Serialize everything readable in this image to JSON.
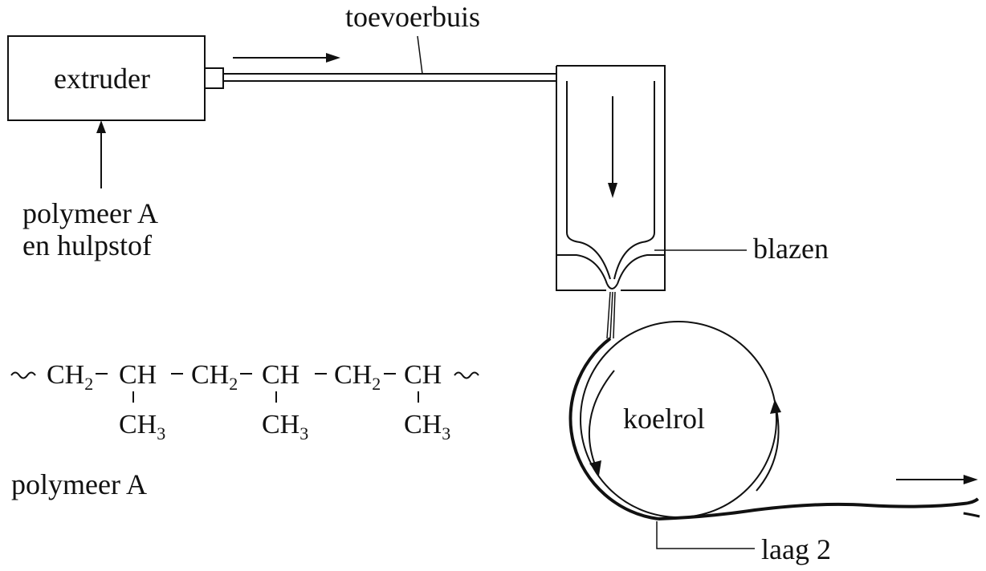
{
  "labels": {
    "extruder": "extruder",
    "toevoerbuis": "toevoerbuis",
    "input_line1": "polymeer A",
    "input_line2": "en hulpstof",
    "blazen": "blazen",
    "koelrol": "koelrol",
    "laag": "laag 2",
    "polymer_caption": "polymeer A"
  },
  "formula": {
    "ch2": "CH",
    "ch2_sub": "2",
    "ch": "CH",
    "ch3": "CH",
    "ch3_sub": "3",
    "dash": "–",
    "wave": "~~"
  }
}
